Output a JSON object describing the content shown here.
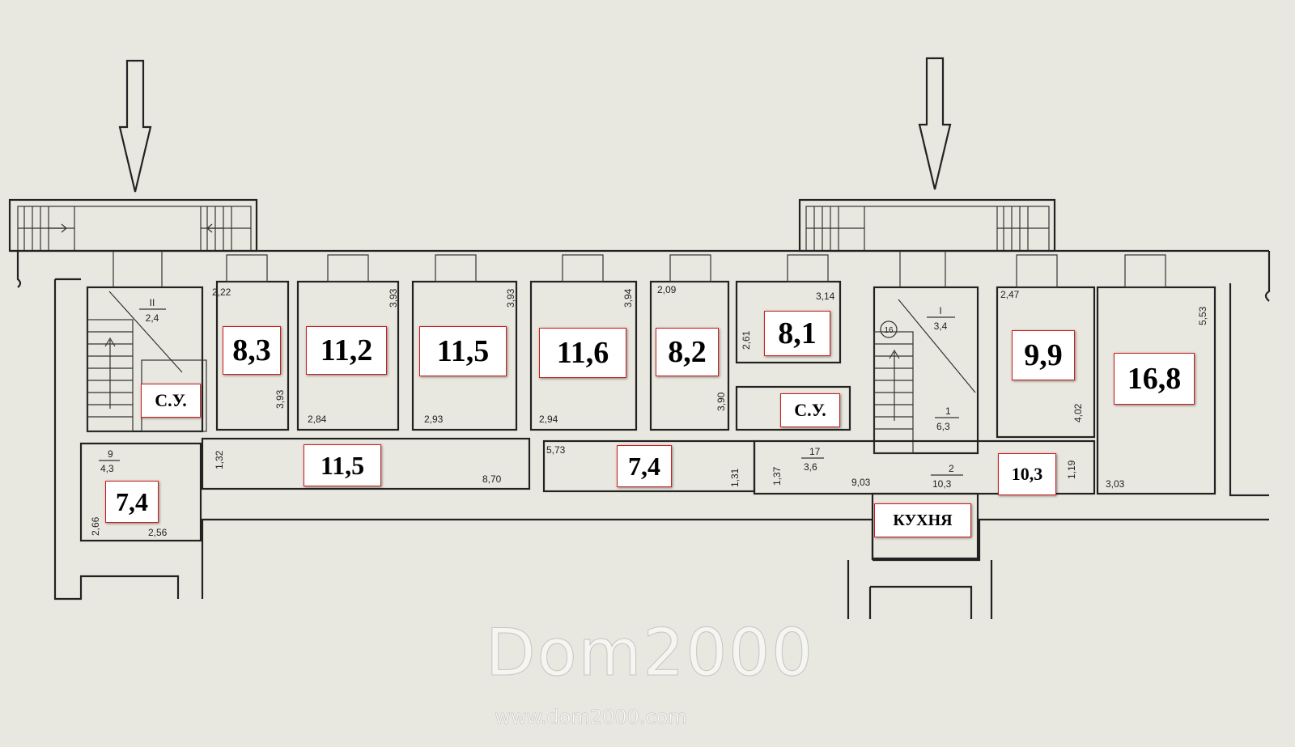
{
  "rooms": [
    {
      "id": "r1",
      "area": "8,3"
    },
    {
      "id": "r2",
      "area": "11,2"
    },
    {
      "id": "r3",
      "area": "11,5"
    },
    {
      "id": "r4",
      "area": "11,6"
    },
    {
      "id": "r5",
      "area": "8,2"
    },
    {
      "id": "r6",
      "area": "8,1"
    },
    {
      "id": "r7",
      "area": "9,9"
    },
    {
      "id": "r8",
      "area": "16,8"
    },
    {
      "id": "c1",
      "area": "11,5"
    },
    {
      "id": "c2",
      "area": "7,4"
    },
    {
      "id": "c3",
      "area": "7,4"
    },
    {
      "id": "c4",
      "area": "10,3"
    }
  ],
  "labels": {
    "su_left": "С.У.",
    "su_right": "С.У.",
    "kitchen": "КУХНЯ"
  },
  "dimensions": [
    "2,22",
    "3,93",
    "3,93",
    "3,93",
    "3,94",
    "2,09",
    "3,14",
    "2,47",
    "5,53",
    "2,61",
    "3,90",
    "2,84",
    "2,93",
    "2,94",
    "4,02",
    "1,32",
    "5,73",
    "8,70",
    "1,31",
    "1,37",
    "9,03",
    "1,19",
    "3,03",
    "2,66",
    "2,56"
  ],
  "stair_labels": {
    "left": {
      "numeral": "II",
      "value": "2,4"
    },
    "right": {
      "numeral": "I",
      "value": "3,4",
      "circle": "16"
    }
  },
  "small_rooms": [
    {
      "num": "9",
      "value": "4,3"
    },
    {
      "num": "1",
      "value": "6,3"
    },
    {
      "num": "17",
      "value": "3,6"
    },
    {
      "num": "2",
      "value": "10,3"
    }
  ],
  "watermark": {
    "name": "Dom2000",
    "url": "www.dom2000.com"
  }
}
